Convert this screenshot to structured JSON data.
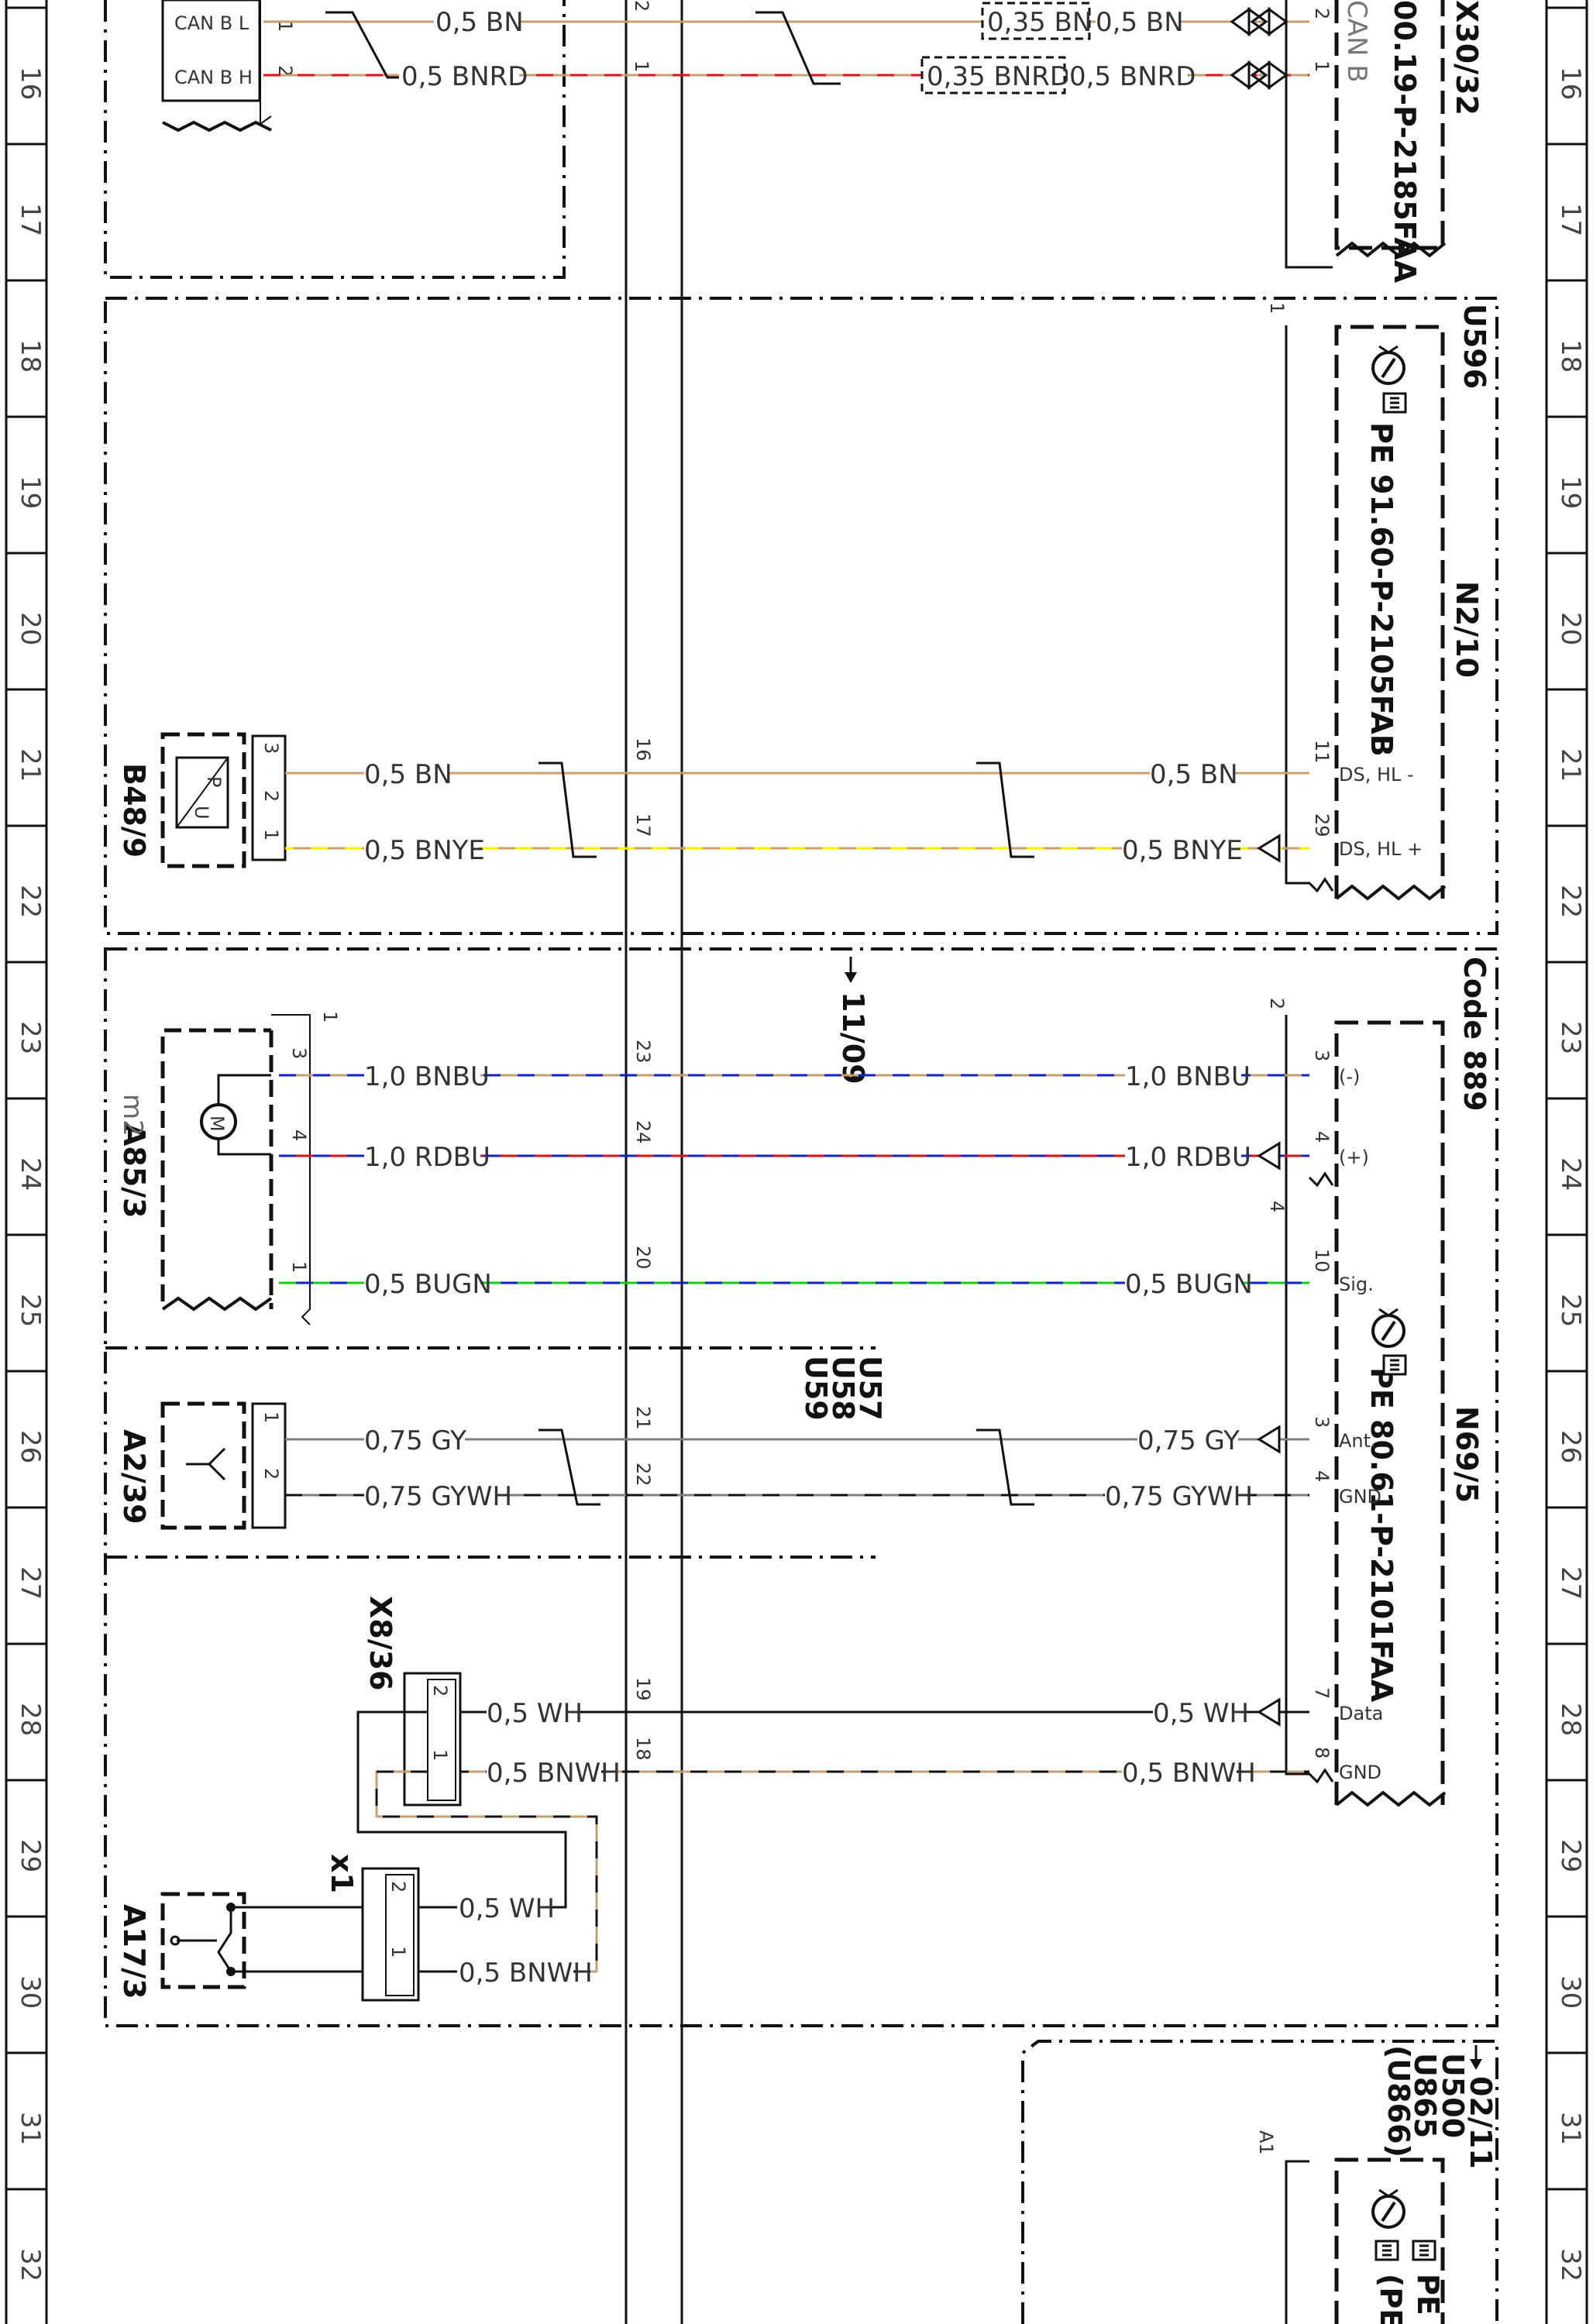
{
  "row_numbers": [
    "16",
    "17",
    "18",
    "19",
    "20",
    "21",
    "22",
    "23",
    "24",
    "25",
    "26",
    "27",
    "28",
    "29",
    "30",
    "31",
    "32"
  ],
  "top_block": {
    "pins_left": [
      {
        "label": "CAN B L",
        "pin": "1"
      },
      {
        "label": "CAN B H",
        "pin": "2"
      }
    ],
    "wires": [
      {
        "size_color": "0,5 BN",
        "conn_pin": "2",
        "box_label": "0,35 BN",
        "right_label": "0,5 BN",
        "right_pin": "2"
      },
      {
        "size_color": "0,5 BNRD",
        "conn_pin": "1",
        "box_label": "0,35 BNRD",
        "right_label": "0,5 BNRD",
        "right_pin": "1"
      }
    ],
    "component_id": "X30/32",
    "doc_ref": "00.19-P-2185FAA",
    "can_label": "CAN B"
  },
  "n2_block": {
    "component_id": "N2/10",
    "doc_ref": "PE 91.60-P-2105FAB",
    "usage_code": "U596",
    "corner_num": "1",
    "sensor": {
      "id": "B48/9",
      "pins": [
        "3",
        "2",
        "1"
      ],
      "symbol_p": "P",
      "symbol_u": "U"
    },
    "wires": [
      {
        "left": "0,5 BN",
        "conn_pin": "16",
        "right": "0,5 BN",
        "right_pin": "11",
        "signal": "DS, HL -"
      },
      {
        "left": "0,5 BNYE",
        "conn_pin": "17",
        "right": "0,5 BNYE",
        "right_pin": "29",
        "signal": "DS, HL +"
      }
    ]
  },
  "n69_block": {
    "component_id": "N69/5",
    "doc_ref": "PE 80.61-P-2101FAA",
    "code": "Code 889",
    "ref_arrow": "11/09",
    "corner_num_top": "2",
    "corner_num_mid": "4",
    "motor": {
      "id": "A85/3",
      "sub": "m2",
      "symbol": "M",
      "corner_num": "1"
    },
    "antenna": {
      "id": "A2/39",
      "pins": [
        "1",
        "2"
      ]
    },
    "usage_codes": [
      "U57",
      "U58",
      "U59"
    ],
    "motor_wires": [
      {
        "motor_pin": "3",
        "left": "1,0 BNBU",
        "conn_pin": "23",
        "right": "1,0 BNBU",
        "right_pin": "3",
        "signal": "(-)"
      },
      {
        "motor_pin": "4",
        "left": "1,0 RDBU",
        "conn_pin": "24",
        "right": "1,0 RDBU",
        "right_pin": "4",
        "signal": "(+)"
      },
      {
        "motor_pin": "1",
        "left": "0,5 BUGN",
        "conn_pin": "20",
        "right": "0,5 BUGN",
        "right_pin": "10",
        "signal": "Sig."
      }
    ],
    "antenna_wires": [
      {
        "left": "0,75 GY",
        "conn_pin": "21",
        "right": "0,75 GY",
        "right_pin": "3",
        "signal": "Ant."
      },
      {
        "left": "0,75 GYWH",
        "conn_pin": "22",
        "right": "0,75 GYWH",
        "right_pin": "4",
        "signal": "GND"
      }
    ],
    "data_wires": [
      {
        "left": "0,5 WH",
        "conn_pin": "19",
        "right": "0,5 WH",
        "right_pin": "7",
        "signal": "Data"
      },
      {
        "left": "0,5 BNWH",
        "conn_pin": "18",
        "right": "0,5 BNWH",
        "right_pin": "8",
        "signal": "GND"
      }
    ],
    "connector_x8": {
      "id": "X8/36",
      "pins": [
        "2",
        "1"
      ]
    },
    "connector_x1": {
      "id": "x1",
      "pins": [
        "2",
        "1"
      ],
      "wire_wh": "0,5 WH",
      "wire_bnwh": "0,5 BNWH"
    },
    "switch": {
      "id": "A17/3"
    }
  },
  "bottom_block": {
    "ref_arrow": "02/11",
    "usage_codes": [
      "U500",
      "U865",
      "(U866)"
    ],
    "corner_num": "A1",
    "doc_prefix_1": "PE",
    "doc_prefix_2": "(PE"
  },
  "colors": {
    "BN": "#c8a070",
    "RD": "#e0101a",
    "BU": "#1020d0",
    "GN": "#10d010",
    "YE": "#f5f000",
    "GY": "#808080",
    "WH": "#000000",
    "line": "#111111"
  }
}
